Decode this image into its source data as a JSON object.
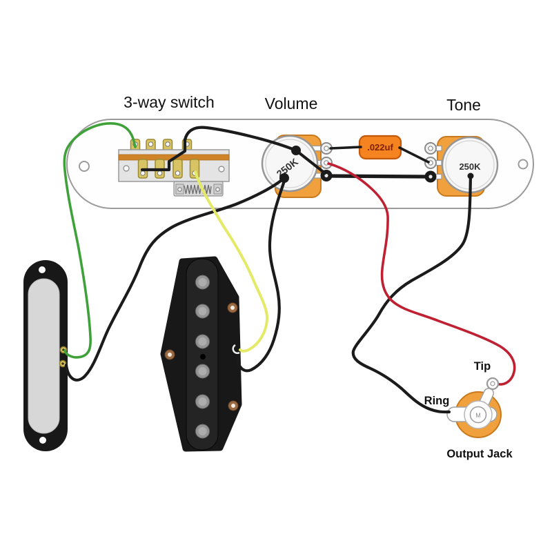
{
  "labels": {
    "switch": "3-way switch",
    "volume": "Volume",
    "tone": "Tone",
    "tip": "Tip",
    "ring": "Ring",
    "output_jack": "Output Jack",
    "jack_center_mark": "M"
  },
  "values": {
    "volume_pot": "250K",
    "tone_pot": "250K",
    "capacitor": ".022uf"
  },
  "colors": {
    "green_wire": "#3fa13a",
    "yellow_wire": "#e4ea67",
    "red_wire": "#bf2032",
    "black_wire": "#1b1b1b",
    "orange_part": "#f0a03c",
    "orange_border": "#c8791c",
    "cap_fill": "#f5831f",
    "cap_border": "#c2590e",
    "cap_text": "#7c2208",
    "gold_lug": "#d9c465",
    "gold_lug_border": "#9a8a33",
    "plate_stroke": "#9b9b9b",
    "switch_body": "#e4e4e4",
    "switch_bar": "#cf8429",
    "pot_face": "#f7f7f7",
    "pickup_black": "#181818",
    "pickup_cover": "#d7d7d7",
    "pole_gray": "#949494",
    "copper_hole": "#9a6a42"
  },
  "wires": [
    {
      "id": "neck-hot",
      "color": "green",
      "from": "neck pickup eyelet",
      "to": "3-way switch lug 1"
    },
    {
      "id": "switch-jumper",
      "color": "black",
      "from": "switch bottom lugs",
      "to": "switch top lug 4"
    },
    {
      "id": "switch-to-volume",
      "color": "black",
      "from": "3-way switch",
      "to": "volume pot input lug"
    },
    {
      "id": "volume-to-cap",
      "color": "black",
      "from": "volume pot lug 1",
      "to": "capacitor"
    },
    {
      "id": "cap-to-tone",
      "color": "black",
      "from": "capacitor",
      "to": "tone pot middle lug"
    },
    {
      "id": "volume-to-tone",
      "color": "black",
      "from": "volume pot lug 3",
      "to": "tone pot lug 3"
    },
    {
      "id": "neck-ground",
      "color": "black",
      "from": "volume pot casing",
      "to": "neck pickup eyelet"
    },
    {
      "id": "bridge-ground",
      "color": "black",
      "from": "volume pot casing",
      "to": "bridge pickup eyelet"
    },
    {
      "id": "bridge-hot",
      "color": "yellow",
      "from": "bridge pickup eyelet",
      "to": "3-way switch lug 4"
    },
    {
      "id": "output-hot",
      "color": "red",
      "from": "volume pot middle lug",
      "to": "output jack tip"
    },
    {
      "id": "output-ground",
      "color": "black",
      "from": "tone pot casing",
      "to": "output jack ring"
    }
  ]
}
